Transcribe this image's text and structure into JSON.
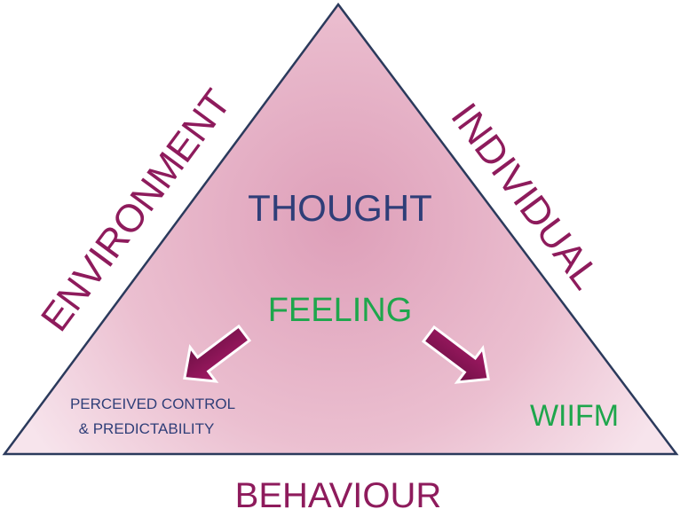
{
  "labels": {
    "environment": "ENVIRONMENT",
    "individual": "INDIVIDUAL",
    "behaviour": "BEHAVIOUR",
    "thought": "THOUGHT",
    "feeling": "FEELING",
    "perceived_line1": "PERCEIVED CONTROL",
    "perceived_line2": "& PREDICTABILITY",
    "wiifm": "WIIFM"
  },
  "colors": {
    "outer_label": "#8e1b5c",
    "thought": "#2f3e78",
    "feeling": "#1ea64c",
    "arrow": "#8a1555",
    "triangle_edge": "#2b3a5c"
  }
}
